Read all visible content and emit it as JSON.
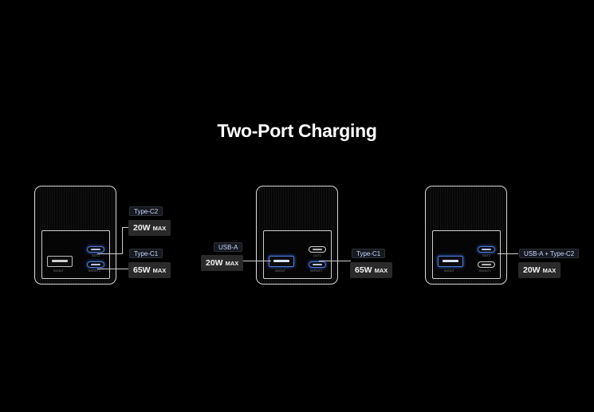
{
  "title": "Two-Port Charging",
  "port_labels": {
    "a": "IN/OUT",
    "c2": "OUT2",
    "c1": "IN/OUT1"
  },
  "scenarios": [
    {
      "labels": [
        {
          "tag": "Type-C2",
          "watts": "20W",
          "max": "MAX"
        },
        {
          "tag": "Type-C1",
          "watts": "65W",
          "max": "MAX"
        }
      ]
    },
    {
      "labels": [
        {
          "tag": "USB-A",
          "watts": "20W",
          "max": "MAX"
        },
        {
          "tag": "Type-C1",
          "watts": "65W",
          "max": "MAX"
        }
      ]
    },
    {
      "labels": [
        {
          "tag": "USB-A + Type-C2",
          "watts": "20W",
          "max": "MAX"
        }
      ]
    }
  ],
  "colors": {
    "background": "#000000",
    "accent_blue": "#4e7ad8",
    "tag_text": "#c9d6ff"
  }
}
